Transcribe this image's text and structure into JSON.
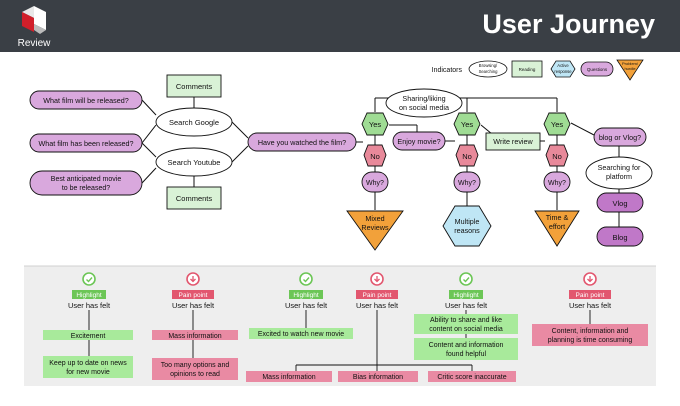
{
  "header": {
    "brand": "Review",
    "title": "User Journey"
  },
  "legend": {
    "label": "Indicators",
    "items": [
      {
        "shape": "ellipse",
        "text": [
          "Browsing/",
          "Searching"
        ],
        "color": "#ffffff"
      },
      {
        "shape": "rect",
        "text": [
          "Reading"
        ],
        "color": "#d9f2d6"
      },
      {
        "shape": "hexagon",
        "text": [
          "Active",
          "response"
        ],
        "color": "#bfe6f5"
      },
      {
        "shape": "pill",
        "text": [
          "Questions"
        ],
        "color": "#d9a8dd"
      },
      {
        "shape": "triangle",
        "text": [
          "Problem/",
          "hurdle"
        ],
        "color": "#f2a13a"
      }
    ]
  },
  "colors": {
    "header": "#3a3f45",
    "question": "#d9a8dd",
    "reading": "#d9f2d6",
    "answer_yes": "#9fdc94",
    "answer_no": "#e8899a",
    "active": "#bfe6f5",
    "hurdle": "#f2a13a",
    "platform": "#c078c8",
    "highlight": "#6cc656",
    "pain": "#e2576f",
    "good_box": "#a8ea9b",
    "bad_box": "#e98aa3",
    "panel": "#eeeeee"
  },
  "journey": {
    "questions": [
      "What film will be released?",
      "What film has been released?",
      "Best anticipated movie",
      "to be released?"
    ],
    "comments_top": "Comments",
    "comments_bottom": "Comments",
    "search_google": "Search Google",
    "search_youtube": "Search Youtube",
    "watched": "Have you watched the film?",
    "sharing": [
      "Sharing/liking",
      "on social media"
    ],
    "yes": "Yes",
    "no": "No",
    "why": "Why?",
    "enjoy": "Enjoy movie?",
    "write_review": "Write review",
    "blog_vlog": "blog or Vlog?",
    "searching_platform": [
      "Searching for",
      "platform"
    ],
    "vlog": "Vlog",
    "blog": "Blog",
    "mixed_reviews": [
      "Mixed",
      "Reviews"
    ],
    "multiple_reasons": [
      "Multiple",
      "reasons"
    ],
    "time_effort": [
      "Time &",
      "effort"
    ]
  },
  "feelings": {
    "highlight": "Highlight",
    "pain_point": "Pain point",
    "user_has_felt": "User has felt",
    "excitement": "Excitement",
    "keep_up": [
      "Keep up to date on news",
      "for new movie"
    ],
    "mass_information": "Mass information",
    "too_many": [
      "Too many options and",
      "opinions to read"
    ],
    "excited_watch": "Excited to watch new movie",
    "bias_information": "Bias information",
    "critic_score": "Critic score inaccurate",
    "ability_share": [
      "Ability to share and like",
      "content on social media"
    ],
    "content_helpful": [
      "Content and information",
      "found helpful"
    ],
    "content_consuming": [
      "Content, information and",
      "planning is time consuming"
    ]
  }
}
